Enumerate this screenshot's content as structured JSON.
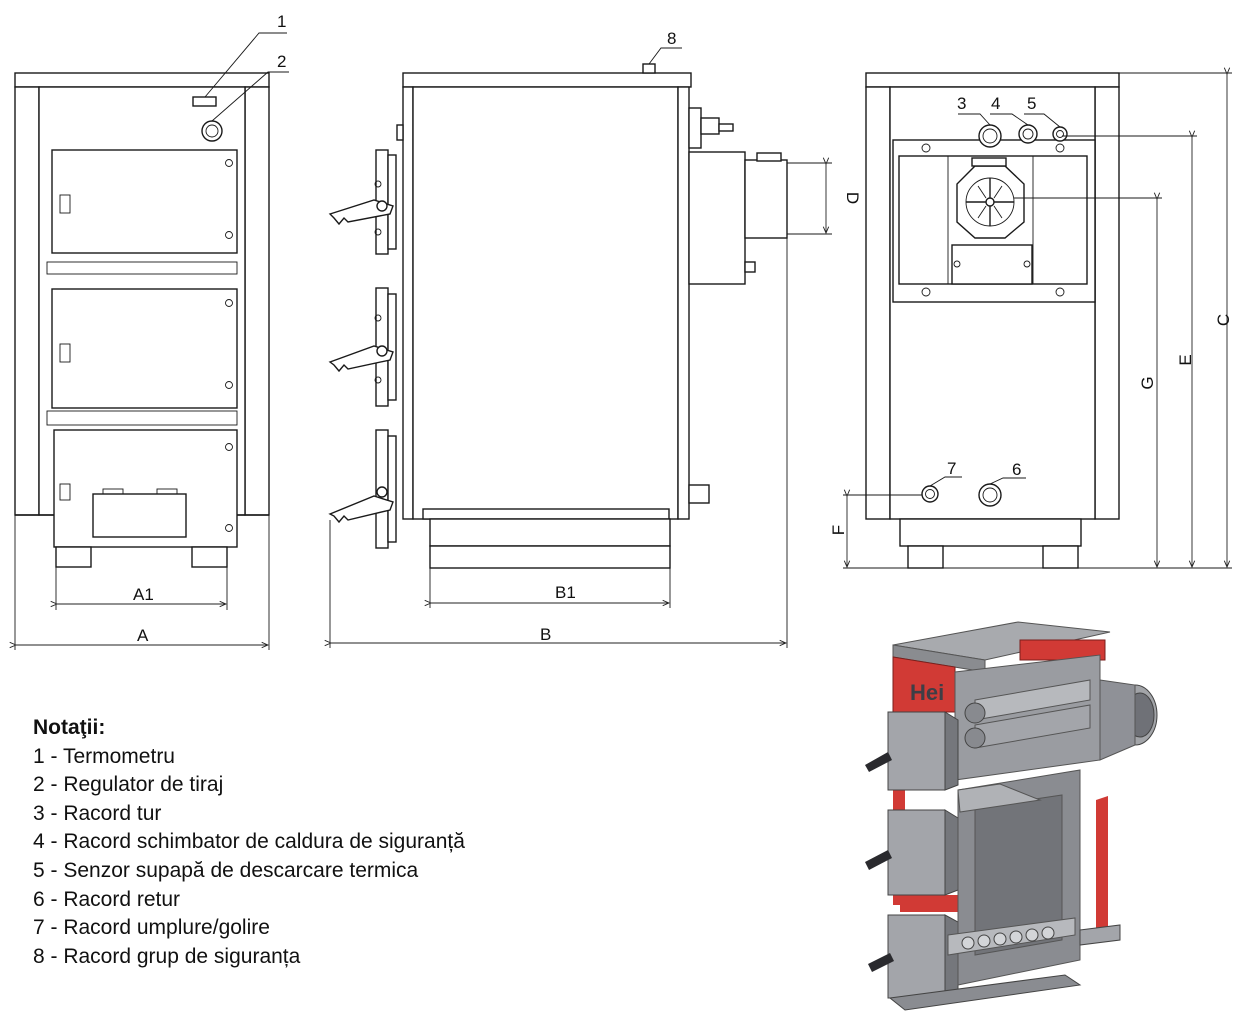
{
  "callouts": {
    "c1": "1",
    "c2": "2",
    "c3": "3",
    "c4": "4",
    "c5": "5",
    "c6": "6",
    "c7": "7",
    "c8": "8"
  },
  "dimensions": {
    "a1": "A1",
    "a": "A",
    "b1": "B1",
    "b": "B",
    "c": "C",
    "d": "D",
    "e": "E",
    "f": "F",
    "g": "G"
  },
  "notes": {
    "title": "Notaţii:",
    "items": [
      "1 - Termometru",
      "2 - Regulator de tiraj",
      "3 - Racord tur",
      "4 - Racord schimbator de caldura de siguranță",
      "5 - Senzor supapă de descarcare termica",
      "6 - Racord retur",
      "7 - Racord umplure/golire",
      "8 - Racord grup de siguranța"
    ]
  },
  "cutaway": {
    "brand_text": "Hei",
    "colors": {
      "insulation": "#d13a35",
      "steel": "#8f9197",
      "steel_dark": "#6f7177",
      "steel_light": "#b7b9bd"
    }
  }
}
